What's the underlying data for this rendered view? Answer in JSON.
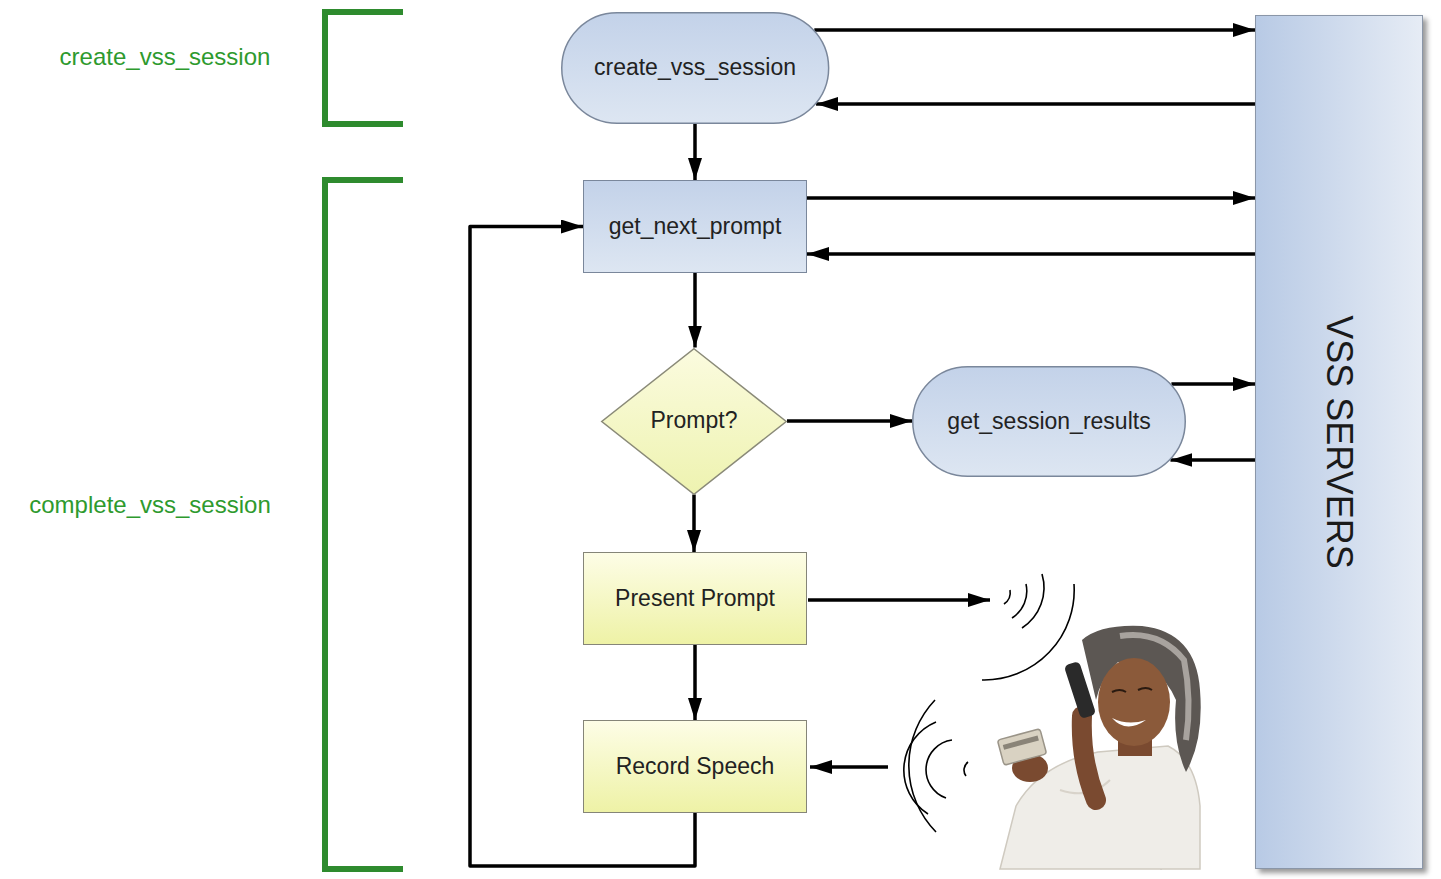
{
  "diagram": {
    "nodes": [
      {
        "text": [
          "create_vss_session"
        ]
      },
      {
        "text": [
          "get_next_prompt"
        ]
      },
      {
        "text": [
          "Prompt?"
        ]
      },
      {
        "text": [
          "get_session_results"
        ]
      },
      {
        "text": [
          "Present Prompt"
        ]
      },
      {
        "text": [
          "Record Speech"
        ]
      },
      {
        "text": [
          "VSS SERVERS"
        ]
      }
    ],
    "edges": [
      {
        "from": 0,
        "to": 6,
        "arrow": "to"
      },
      {
        "from": 6,
        "to": 0,
        "arrow": "to"
      },
      {
        "from": 0,
        "to": 1,
        "arrow": "to"
      },
      {
        "from": 1,
        "to": 6,
        "arrow": "to"
      },
      {
        "from": 6,
        "to": 1,
        "arrow": "to"
      },
      {
        "from": 1,
        "to": 2,
        "arrow": "to"
      },
      {
        "from": 2,
        "to": 3,
        "arrow": "to"
      },
      {
        "from": 3,
        "to": 6,
        "arrow": "to"
      },
      {
        "from": 6,
        "to": 3,
        "arrow": "to"
      },
      {
        "from": 2,
        "to": 4,
        "arrow": "to"
      },
      {
        "from": 4,
        "to": 5,
        "arrow": "to"
      },
      {
        "from": 5,
        "to": 1,
        "arrow": "to"
      }
    ],
    "labels": [
      "create_vss_session",
      "complete_vss_session"
    ]
  }
}
